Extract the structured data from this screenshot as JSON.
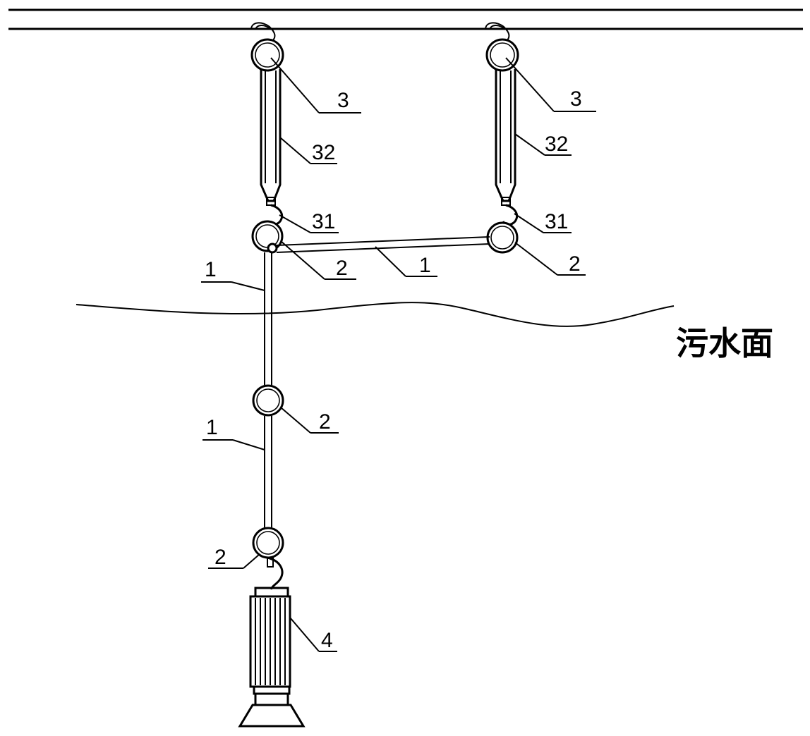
{
  "labels": {
    "hook_pulley_left": "3",
    "hook_pulley_right": "3",
    "hoist_left": "32",
    "hoist_right": "32",
    "hook_left": "31",
    "hook_right": "31",
    "ring_top_left": "2",
    "ring_top_right": "2",
    "ring_middle": "2",
    "ring_bottom": "2",
    "chain_horizontal": "1",
    "chain_upper_vertical": "1",
    "chain_lower_vertical": "1",
    "pump": "4"
  },
  "water_surface_label": "污水面"
}
